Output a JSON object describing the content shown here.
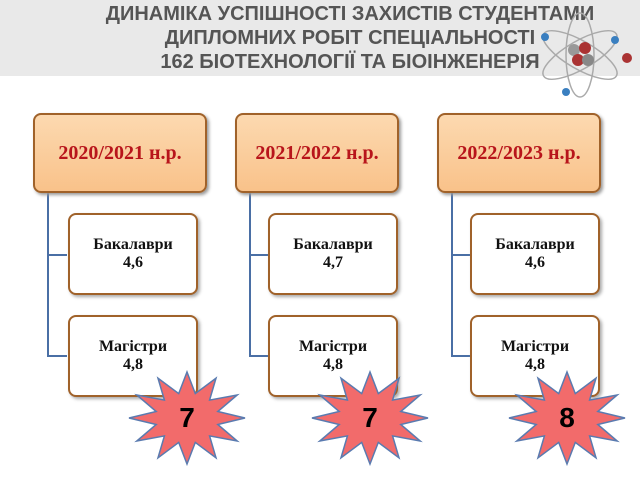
{
  "title": {
    "line1": "ДИНАМІКА УСПІШНОСТІ ЗАХИСТІВ СТУДЕНТАМИ",
    "line2": "ДИПЛОМНИХ РОБІТ СПЕЦІАЛЬНОСТІ",
    "line3": "162 БІОТЕХНОЛОГІЇ ТА БІОІНЖЕНЕРІЯ"
  },
  "columns": [
    {
      "year": "2020/2021 н.р.",
      "bachelor_label": "Бакалаври",
      "bachelor_value": "4,6",
      "master_label": "Магістри",
      "master_value": "4,8",
      "count": "7"
    },
    {
      "year": "2021/2022 н.р.",
      "bachelor_label": "Бакалаври",
      "bachelor_value": "4,7",
      "master_label": "Магістри",
      "master_value": "4,8",
      "count": "7"
    },
    {
      "year": "2022/2023 н.р.",
      "bachelor_label": "Бакалаври",
      "bachelor_value": "4,6",
      "master_label": "Магістри",
      "master_value": "4,8",
      "count": "8"
    }
  ],
  "colors": {
    "year_text": "#b8151b",
    "star_fill": "#f26b6b",
    "connector": "#4a6fa5"
  }
}
